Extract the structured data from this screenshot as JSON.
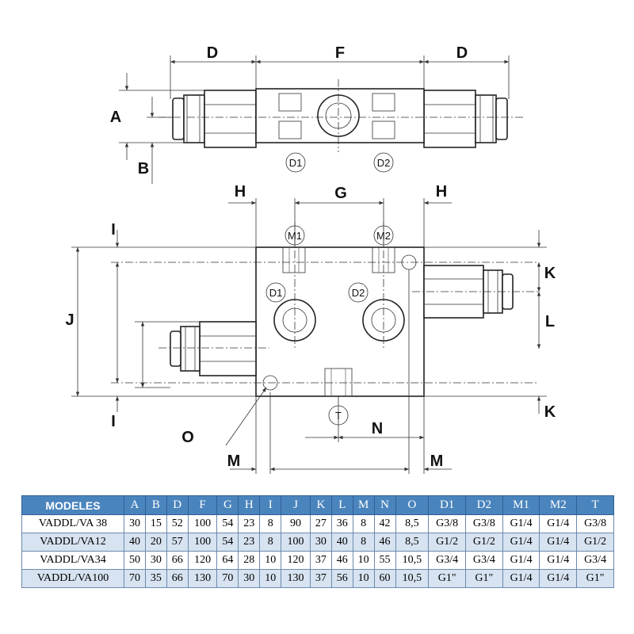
{
  "top_view": {
    "dim_labels": [
      "D",
      "F",
      "D",
      "A",
      "B"
    ],
    "port_labels": [
      "D1",
      "D2"
    ]
  },
  "front_view": {
    "dim_labels": [
      "H",
      "G",
      "H",
      "I",
      "J",
      "K",
      "L",
      "K",
      "I",
      "O",
      "N",
      "M",
      "M"
    ],
    "port_labels": [
      "M1",
      "M2",
      "D1",
      "D2",
      "T"
    ]
  },
  "table": {
    "headers": [
      "MODELES",
      "A",
      "B",
      "D",
      "F",
      "G",
      "H",
      "I",
      "J",
      "K",
      "L",
      "M",
      "N",
      "O",
      "D1",
      "D2",
      "M1",
      "M2",
      "T"
    ],
    "rows": [
      [
        "VADDL/VA 38",
        "30",
        "15",
        "52",
        "100",
        "54",
        "23",
        "8",
        "90",
        "27",
        "36",
        "8",
        "42",
        "8,5",
        "G3/8",
        "G3/8",
        "G1/4",
        "G1/4",
        "G3/8"
      ],
      [
        "VADDL/VA12",
        "40",
        "20",
        "57",
        "100",
        "54",
        "23",
        "8",
        "100",
        "30",
        "40",
        "8",
        "46",
        "8,5",
        "G1/2",
        "G1/2",
        "G1/4",
        "G1/4",
        "G1/2"
      ],
      [
        "VADDL/VA34",
        "50",
        "30",
        "66",
        "120",
        "64",
        "28",
        "10",
        "120",
        "37",
        "46",
        "10",
        "55",
        "10,5",
        "G3/4",
        "G3/4",
        "G1/4",
        "G1/4",
        "G3/4"
      ],
      [
        "VADDL/VA100",
        "70",
        "35",
        "66",
        "130",
        "70",
        "30",
        "10",
        "130",
        "37",
        "56",
        "10",
        "60",
        "10,5",
        "G1\"",
        "G1\"",
        "G1/4",
        "G1/4",
        "G1\""
      ]
    ]
  },
  "colors": {
    "header_bg": "#4a84bd",
    "alt_row_bg": "#d7e3f1"
  }
}
